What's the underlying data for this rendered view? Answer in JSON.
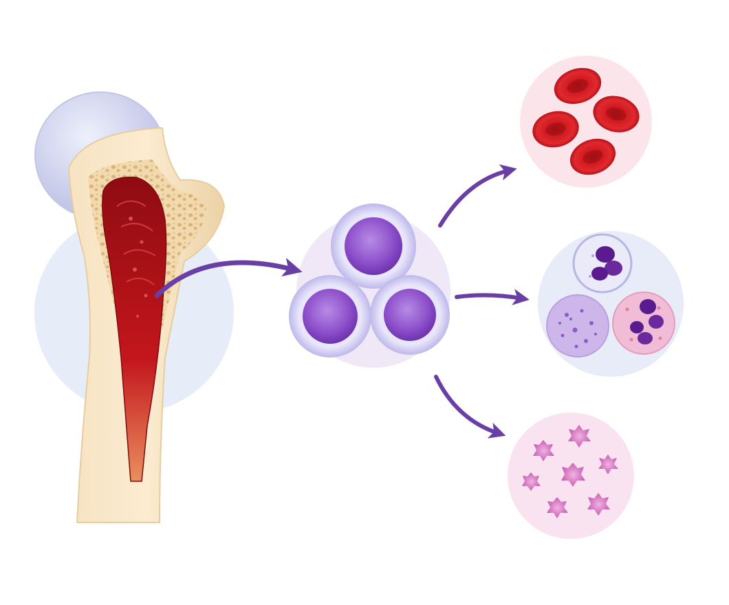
{
  "diagram": {
    "source": "bone-marrow",
    "stem_cells": "hematopoietic-stem-cells",
    "outputs": [
      "red-blood-cells",
      "white-blood-cells",
      "platelets"
    ]
  },
  "colors": {
    "arrow": "#6a3fa5",
    "bone": "#f3dcb4",
    "cartilage": "#c9cdea",
    "marrow": "#b8141a",
    "stem_cell": "#8e4fcc",
    "red_cell": "#d3191f",
    "platelet": "#d67bc4"
  },
  "icons": [
    "femur-bone-icon",
    "stem-cell-icon",
    "red-blood-cell-icon",
    "neutrophil-icon",
    "basophil-icon",
    "eosinophil-icon",
    "platelet-icon",
    "arrow-icon"
  ]
}
